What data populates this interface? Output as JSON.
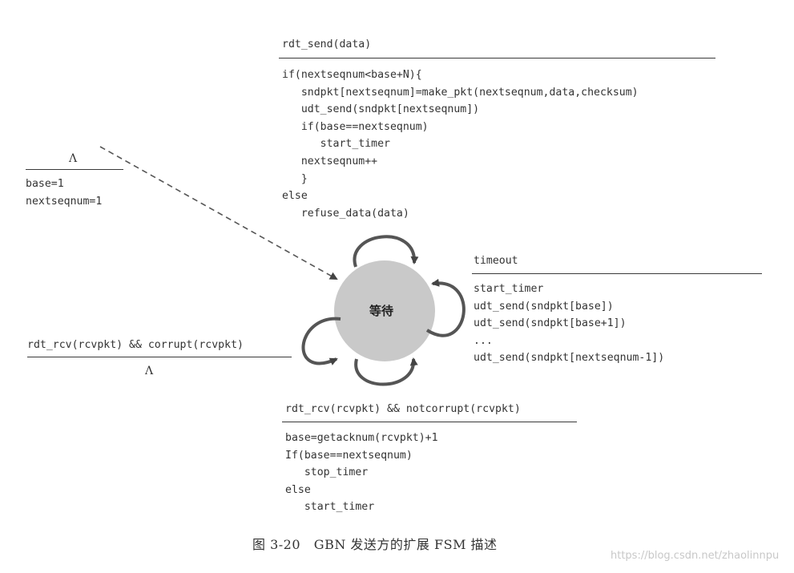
{
  "send_transition": {
    "event": "rdt_send(data)",
    "actions": [
      "if(nextseqnum<base+N){",
      "   sndpkt[nextseqnum]=make_pkt(nextseqnum,data,checksum)",
      "   udt_send(sndpkt[nextseqnum])",
      "   if(base==nextseqnum)",
      "      start_timer",
      "   nextseqnum++",
      "   }",
      "else",
      "   refuse_data(data)"
    ]
  },
  "init_transition": {
    "event": "Λ",
    "actions": [
      "base=1",
      "nextseqnum=1"
    ]
  },
  "timeout_transition": {
    "event": "timeout",
    "actions": [
      "start_timer",
      "udt_send(sndpkt[base])",
      "udt_send(sndpkt[base+1])",
      "...",
      "udt_send(sndpkt[nextseqnum-1])"
    ]
  },
  "corrupt_transition": {
    "event": "rdt_rcv(rcvpkt) && corrupt(rcvpkt)",
    "action": "Λ"
  },
  "ack_transition": {
    "event": "rdt_rcv(rcvpkt) && notcorrupt(rcvpkt)",
    "actions": [
      "base=getacknum(rcvpkt)+1",
      "If(base==nextseqnum)",
      "   stop_timer",
      "else",
      "   start_timer"
    ]
  },
  "state": {
    "label": "等待"
  },
  "caption": "图 3-20   GBN 发送方的扩展 FSM 描述",
  "watermark": "https://blog.csdn.net/zhaolinnpu",
  "colors": {
    "state_fill": "#c9c9c9",
    "ink": "#333333",
    "arrow": "#444444"
  }
}
